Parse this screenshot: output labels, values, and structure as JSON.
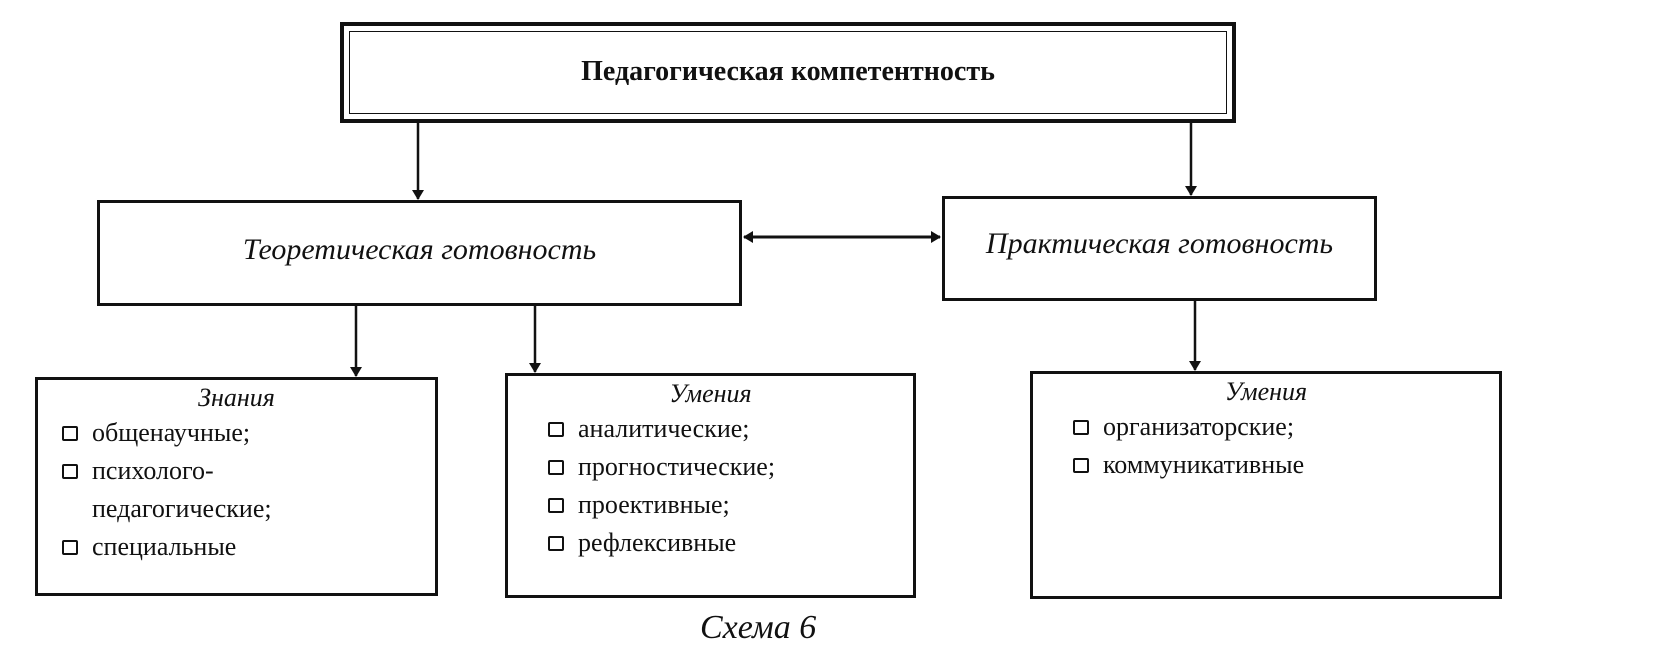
{
  "diagram": {
    "root": {
      "label": "Педагогическая компетентность"
    },
    "branches": [
      {
        "label": "Теоретическая готовность",
        "children": [
          {
            "heading": "Знания",
            "items": [
              "общенаучные;",
              "психолого-",
              "педагогические;",
              "специальные"
            ]
          },
          {
            "heading": "Умения",
            "items": [
              "аналитические;",
              "прогностические;",
              "проективные;",
              "рефлексивные"
            ]
          }
        ]
      },
      {
        "label": "Практическая готовность",
        "children": [
          {
            "heading": "Умения",
            "items": [
              "организаторские;",
              "коммуникативные"
            ]
          }
        ]
      }
    ],
    "relation": "bidirectional",
    "caption": "Схема 6"
  }
}
